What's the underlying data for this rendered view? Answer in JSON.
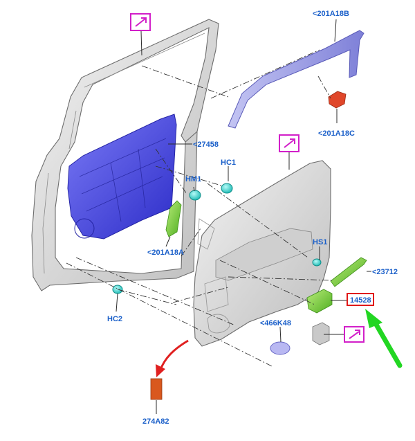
{
  "labels": {
    "p201A18B": "<201A18B",
    "p201A18C": "<201A18C",
    "p27458": "<27458",
    "pHC1": "HC1",
    "pHM1": "HM1",
    "p201A18A": "<201A18A",
    "pHS1": "HS1",
    "p23712": "<23712",
    "p14528": "14528",
    "pHC2": "HC2",
    "p466K48": "<466K48",
    "p274A82": "274A82"
  },
  "colors": {
    "label_blue": "#1a5fc9",
    "callout_magenta": "#d21fc9",
    "highlight_red": "#e01818",
    "pointer_green": "#22d622",
    "pointer_red": "#e02020",
    "shield_blue": "#4b4be8",
    "trim_green": "#7ccd3c",
    "clip_cyan": "#35d6d0",
    "moulding_purple": "#9a9be6",
    "bracket_red": "#e0472a",
    "pad_orange": "#d9581e",
    "panel_grey": "#d9d9d9"
  },
  "icons": {
    "callout": "arrow-up-right-icon"
  }
}
